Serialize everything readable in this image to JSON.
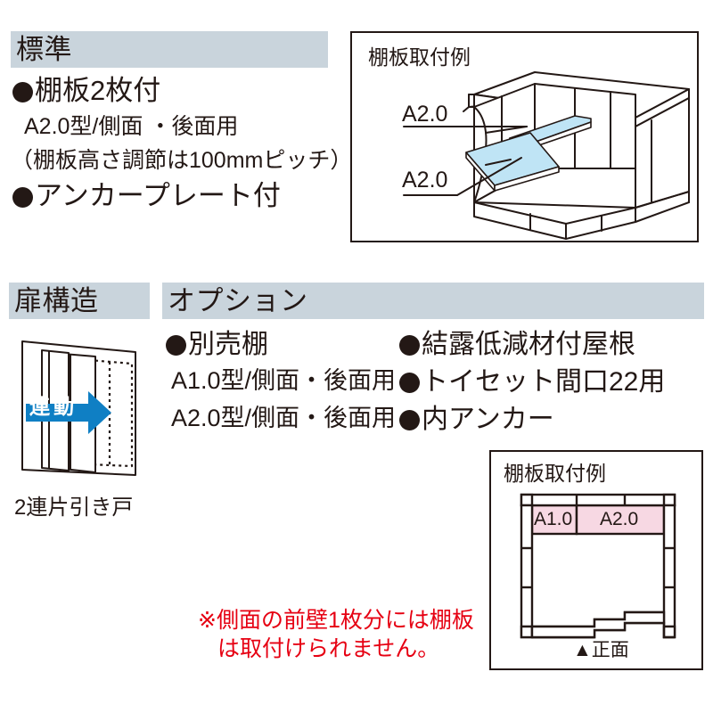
{
  "sections": {
    "standard": {
      "title": "標準",
      "lines": [
        {
          "bullet": true,
          "text": "棚板2枚付"
        },
        {
          "bullet": false,
          "text": "A2.0型/側面 ・後面用"
        },
        {
          "bullet": false,
          "text": "（棚板高さ調節は100mmピッチ）"
        },
        {
          "bullet": true,
          "text": "アンカープレート付"
        }
      ]
    },
    "door_structure": {
      "title": "扉構造",
      "arrow_label": "連動",
      "caption": "2連片引き戸"
    },
    "options": {
      "title": "オプション",
      "column_left": [
        {
          "bullet": true,
          "text": "別売棚"
        },
        {
          "bullet": false,
          "text": "A1.0型/側面・後面用"
        },
        {
          "bullet": false,
          "text": "A2.0型/側面・後面用"
        }
      ],
      "column_right": [
        {
          "bullet": true,
          "text": "結露低減材付屋根"
        },
        {
          "bullet": true,
          "text": "トイセット間口22用"
        },
        {
          "bullet": true,
          "text": "内アンカー"
        }
      ]
    }
  },
  "iso_diagram": {
    "caption": "棚板取付例",
    "shelf_label_upper": "A2.0",
    "shelf_label_lower": "A2.0"
  },
  "floor_plan": {
    "caption": "棚板取付例",
    "shelf_cells": [
      {
        "label": "A1.0"
      },
      {
        "label": "A2.0"
      }
    ],
    "front_marker": "▲正面"
  },
  "warning": {
    "line1": "※側面の前壁1枚分には棚板",
    "line2": "は取付けられません。"
  },
  "colors": {
    "header_bar": "#c9d4dc",
    "ink": "#231815",
    "shelf_blue": "#bfe4f5",
    "arrow_blue": "#0f7fc4",
    "shelf_pink": "#f7d8e3",
    "warning_red": "#e60012"
  }
}
